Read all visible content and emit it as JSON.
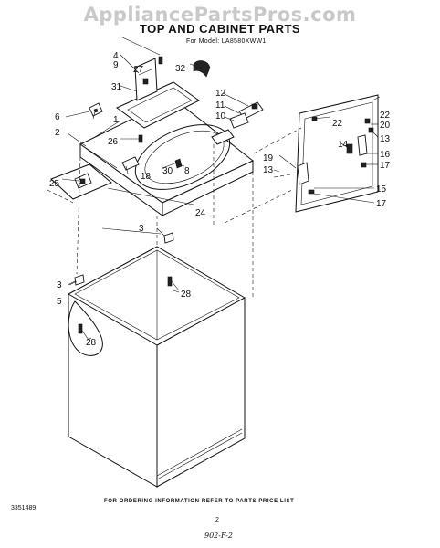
{
  "watermark": "AppliancePartsPros.com",
  "header": {
    "title": "TOP AND CABINET PARTS",
    "subtitle": "For Model: LA8580XWW1"
  },
  "callouts": [
    "1",
    "2",
    "3",
    "3",
    "4",
    "5",
    "6",
    "8",
    "9",
    "10",
    "11",
    "12",
    "13",
    "13",
    "14",
    "15",
    "16",
    "17",
    "17",
    "18",
    "19",
    "20",
    "22",
    "22",
    "24",
    "25",
    "26",
    "27",
    "28",
    "28",
    "30",
    "31",
    "32"
  ],
  "footer": {
    "ordering_note": "FOR ORDERING INFORMATION REFER TO PARTS PRICE LIST",
    "doc_number": "3351489",
    "page_number": "2",
    "handwritten": "902-F-2"
  }
}
